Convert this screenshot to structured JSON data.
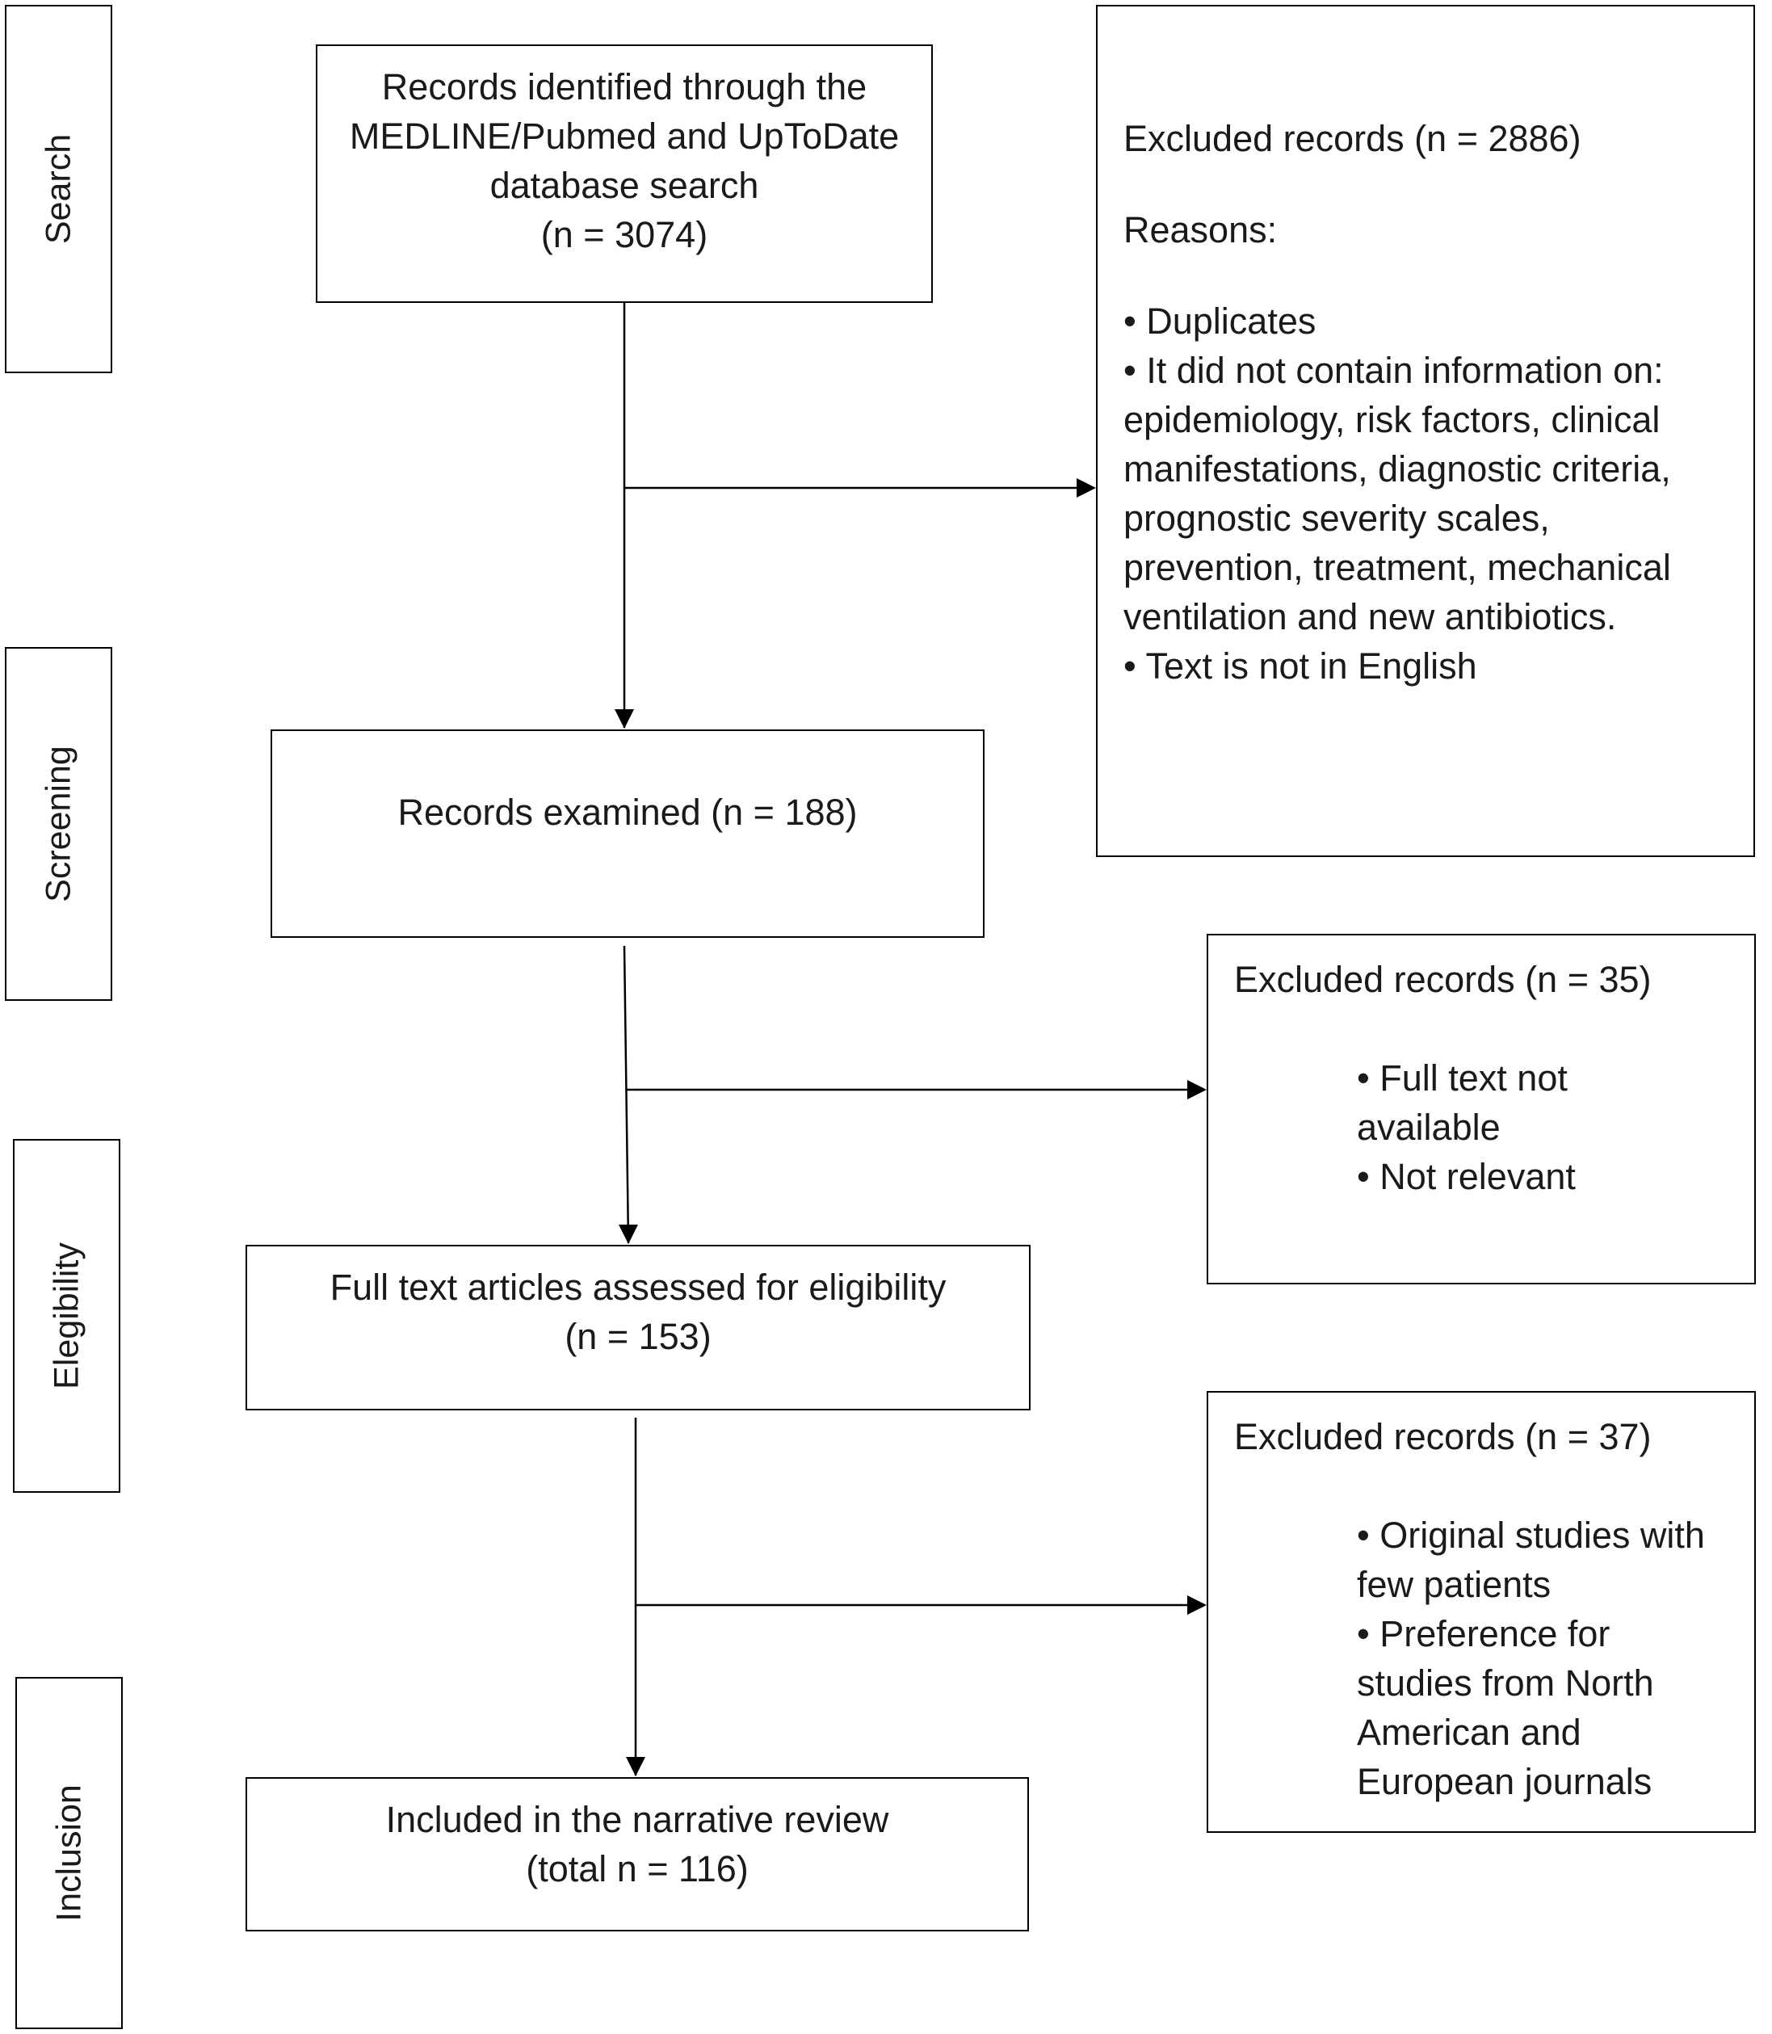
{
  "stages": {
    "search": "Search",
    "screening": "Screening",
    "eligibility": "Elegibility",
    "inclusion": "Inclusion"
  },
  "boxes": {
    "identified": {
      "lines": [
        "Records identified through the",
        "MEDLINE/Pubmed and UpToDate",
        "database search",
        "(n = 3074)"
      ]
    },
    "examined": {
      "lines": [
        "Records examined (n = 188)"
      ]
    },
    "fulltext": {
      "lines": [
        "Full text articles assessed for eligibility",
        "(n = 153)"
      ]
    },
    "included": {
      "lines": [
        "Included in the narrative review",
        "(total n = 116)"
      ]
    }
  },
  "exclusions": {
    "first": {
      "title": "Excluded records (n = 2886)",
      "reasons_label": "Reasons:",
      "lines": [
        "• Duplicates",
        "• It did not contain information on:",
        "epidemiology, risk factors, clinical",
        "manifestations, diagnostic criteria,",
        "prognostic severity scales,",
        "prevention, treatment, mechanical",
        "ventilation and new  antibiotics.",
        "• Text is not in English"
      ]
    },
    "second": {
      "title": "Excluded records (n = 35)",
      "lines": [
        "• Full text not",
        "available",
        "• Not relevant"
      ]
    },
    "third": {
      "title": "Excluded records (n = 37)",
      "lines": [
        "• Original studies with",
        "few patients",
        "• Preference for",
        "studies from North",
        "American and",
        "European journals"
      ]
    }
  }
}
